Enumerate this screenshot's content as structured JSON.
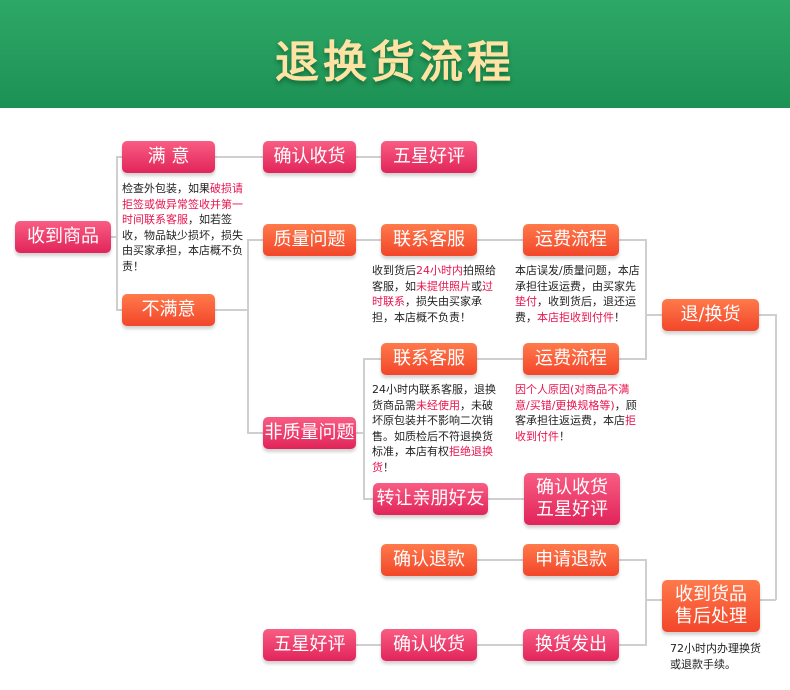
{
  "title": "退换货流程",
  "colors": {
    "header": "#1d9155",
    "title_text": "#ffe3a4",
    "pink": "#e1245a",
    "orange": "#f2462a",
    "highlight": "#e8154e"
  },
  "nodes": {
    "receive": "收到商品",
    "satisfied": "满 意",
    "unsatisfied": "不满意",
    "confirm1": "确认收货",
    "fivestar1": "五星好评",
    "quality": "质量问题",
    "cs1": "联系客服",
    "ship1": "运费流程",
    "return_exchange": "退/换货",
    "nonquality": "非质量问题",
    "cs2": "联系客服",
    "ship2": "运费流程",
    "transfer": "转让亲朋好友",
    "confirm_line1": "确认收货",
    "confirm_line2": "五星好评",
    "confirm_refund": "确认退款",
    "apply_refund": "申请退款",
    "received_line1": "收到货品",
    "received_line2": "售后处理",
    "fivestar2": "五星好评",
    "confirm3": "确认收货",
    "exchange_ship": "换货发出"
  },
  "notes": {
    "n1": {
      "a": "检查外包装，如果",
      "b": "破损请拒签或做异常签收并第一时间联系客服",
      "c": "，如若签收，物品缺少损坏，损失由买家承担，本店概不负责！"
    },
    "n2": {
      "a": "收到货后",
      "b": "24小时内",
      "c": "拍照给客服，如",
      "d": "未提供照片",
      "e": "或",
      "f": "过时联系",
      "g": "，损失由买家承担，本店概不负责！"
    },
    "n3": {
      "a": "本店误发/质量问题，本店承担往返运费，由买家先",
      "b": "垫付",
      "c": "，收到货后，退还运费，",
      "d": "本店拒收到付件",
      "e": "！"
    },
    "n4": {
      "a": "24小时内联系客服，退换货商品需",
      "b": "未经使用",
      "c": "，未破坏原包装并不影响二次销售。如质检后不符退换货标准，本店有权",
      "d": "拒绝退换货",
      "e": "！"
    },
    "n5": {
      "a": "因个人原因(对商品不满意/买错/更换规格等)",
      "b": "，顾客承担往返运费，本店",
      "c": "拒收到付件",
      "d": "！"
    },
    "n6": "72小时内办理换货或退款手续。"
  }
}
